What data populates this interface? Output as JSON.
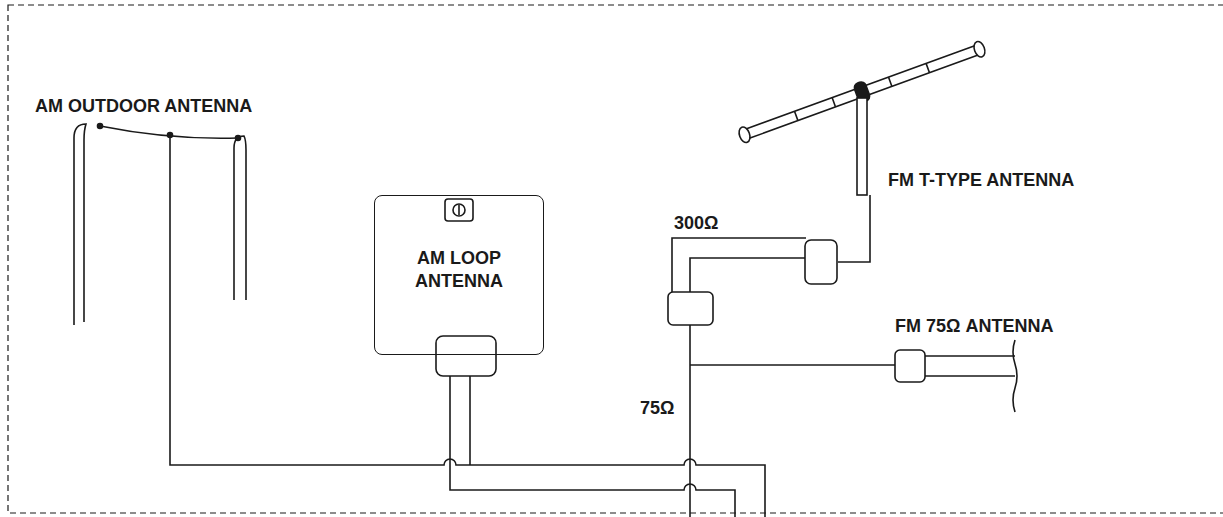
{
  "diagram": {
    "nodes": [
      {
        "text": [
          "AM LOOP ANTENNA"
        ]
      }
    ],
    "labels": [
      "AM OUTDOOR ANTENNA",
      "FM T-TYPE ANTENNA",
      "300Ω",
      "FM 75Ω ANTENNA",
      "75Ω"
    ]
  }
}
